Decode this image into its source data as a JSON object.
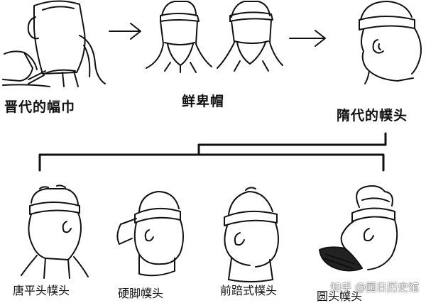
{
  "labels": {
    "jin_dynasty_headscarf": "晋代的幅巾",
    "xianbei_hat": "鲜卑帽",
    "sui_dynasty_futou": "隋代的幞头",
    "tang_flat_futou": "唐平头幞头",
    "hard_leg_futou": "硬脚幞头",
    "forward_lean_futou": "前踣式幞头",
    "round_top_futou": "圆头幞头"
  },
  "watermark": "知乎 @园日历史馆",
  "colors": {
    "ink": "#111111",
    "background": "#ffffff",
    "watermark": "#ffffff"
  }
}
